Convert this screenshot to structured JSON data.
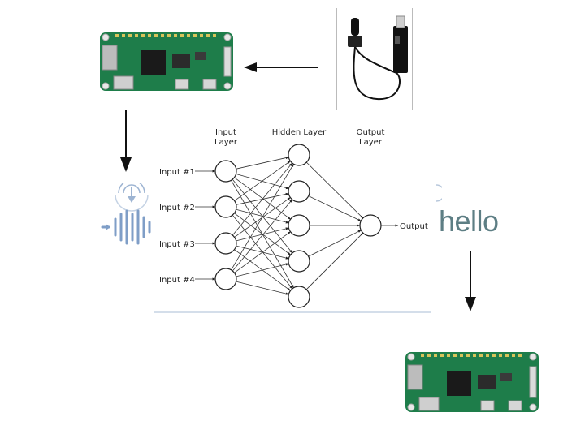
{
  "network": {
    "layer_titles": {
      "input": [
        "Input",
        "Layer"
      ],
      "hidden": [
        "Hidden Layer"
      ],
      "output": [
        "Output",
        "Layer"
      ]
    },
    "input_labels": [
      "Input #1",
      "Input #2",
      "Input #3",
      "Input #4"
    ],
    "output_label": "Output",
    "node_counts": {
      "input": 4,
      "hidden": 5,
      "output": 1
    }
  },
  "transcript": {
    "text": "hello"
  },
  "colors": {
    "pcb": "#1e7d4a",
    "arrow": "#111111",
    "waveform": "#7f9ec7",
    "hello_text": "#5d7e84"
  }
}
